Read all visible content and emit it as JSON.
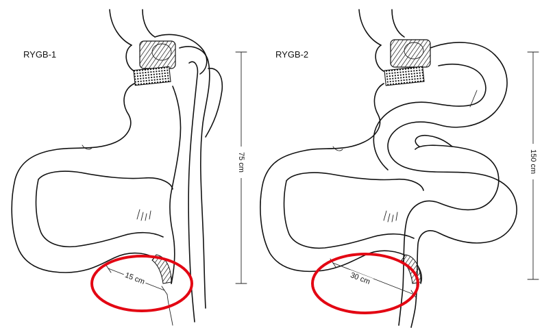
{
  "panels": [
    {
      "title": "RYGB-1",
      "length_label": "75 cm",
      "distance_label": "15 cm"
    },
    {
      "title": "RYGB-2",
      "length_label": "150 cm",
      "distance_label": "30 cm"
    }
  ],
  "colors": {
    "ink": "#111111",
    "highlight": "#e30613",
    "background": "#ffffff"
  }
}
